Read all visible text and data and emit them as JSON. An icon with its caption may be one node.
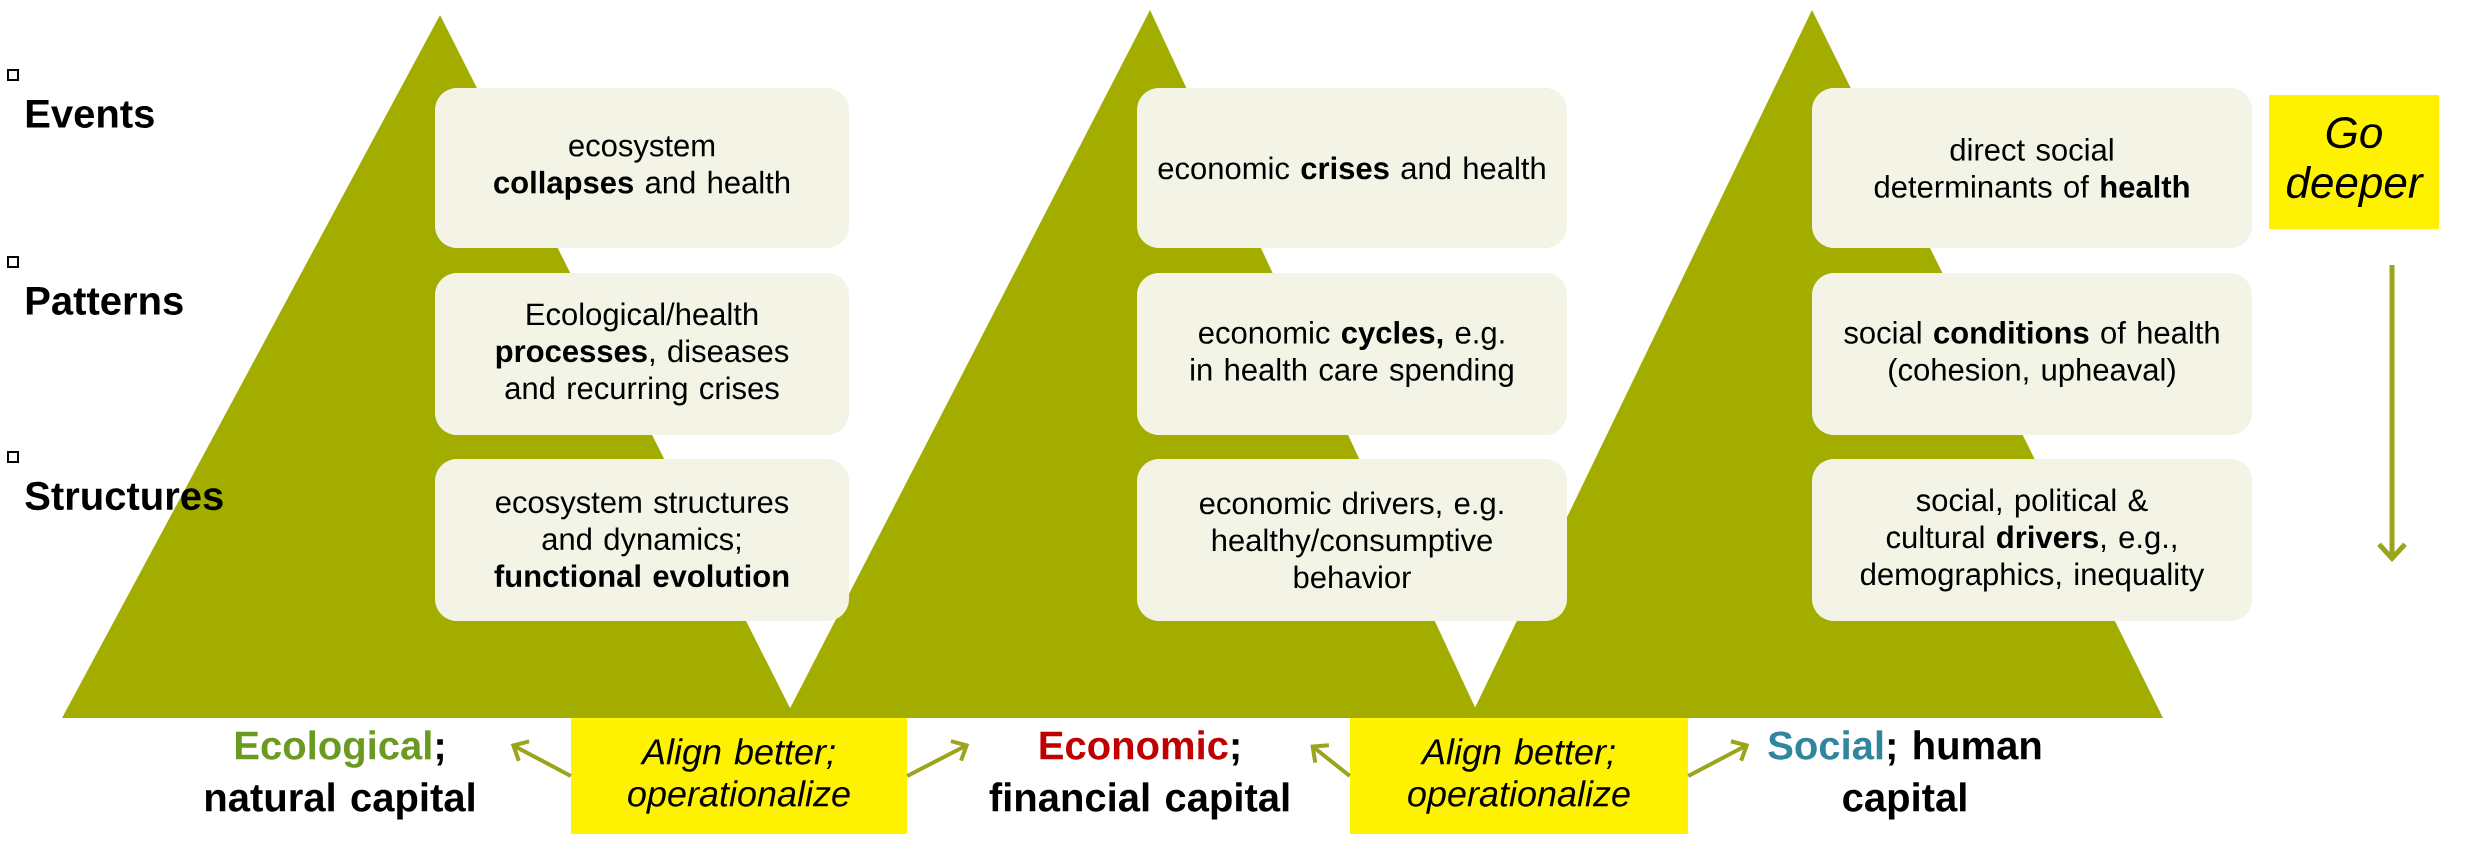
{
  "diagram": {
    "nodes": [
      {
        "text": [
          "ecosystem **collapses** and health"
        ]
      },
      {
        "text": [
          "Ecological/health **processes**, diseases and recurring crises"
        ]
      },
      {
        "text": [
          "ecosystem structures and dynamics; **functional evolution**"
        ]
      },
      {
        "text": [
          "economic **crises** and health"
        ]
      },
      {
        "text": [
          "economic **cycles,** e.g. in health care spending"
        ]
      },
      {
        "text": [
          "economic drivers, e.g. healthy/consumptive behavior"
        ]
      },
      {
        "text": [
          "direct social determinants of **health**"
        ]
      },
      {
        "text": [
          "social **conditions** of health (cohesion, upheaval)"
        ]
      },
      {
        "text": [
          "social, political & cultural **drivers**, e.g., demographics, inequality"
        ]
      },
      {
        "text": [
          "Go deeper"
        ]
      },
      {
        "text": [
          "Ecological",
          "; natural capital"
        ]
      },
      {
        "text": [
          "Align better; operationalize"
        ]
      },
      {
        "text": [
          "Economic",
          "; financial capital"
        ]
      },
      {
        "text": [
          "Align better; operationalize"
        ]
      },
      {
        "text": [
          "Social",
          "; human capital"
        ]
      }
    ],
    "edges": [
      {
        "from": 11,
        "to": 10,
        "arrow": "to"
      },
      {
        "from": 11,
        "to": 12,
        "arrow": "to"
      },
      {
        "from": 13,
        "to": 12,
        "arrow": "to"
      },
      {
        "from": 13,
        "to": 14,
        "arrow": "to"
      }
    ],
    "labels": [
      "Events",
      "Patterns",
      "Structures"
    ]
  }
}
